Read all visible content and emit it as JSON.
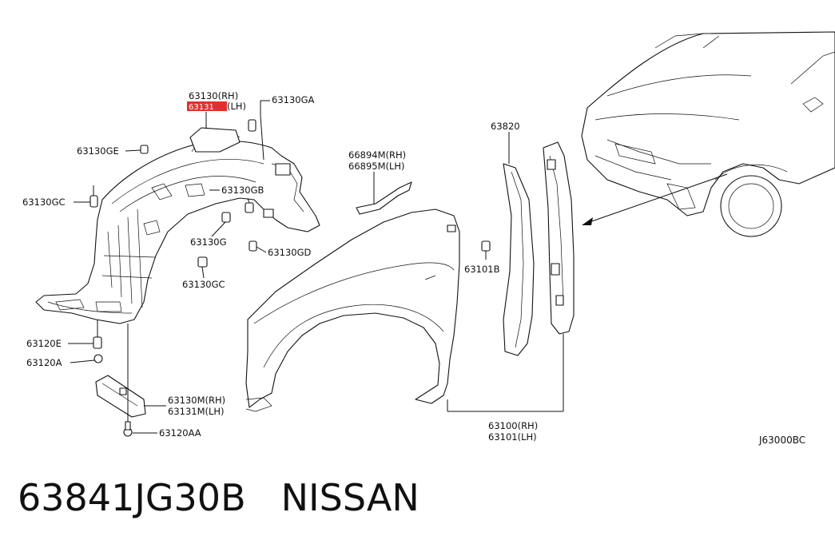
{
  "diagram": {
    "labels": {
      "rh_liner": "63130(RH)",
      "lh_liner": "(LH)",
      "lh_liner_highlight": "63131",
      "clip_ga": "63130GA",
      "clip_ge": "63130GE",
      "clip_gc_left": "63130GC",
      "clip_gb": "63130GB",
      "clip_g": "63130G",
      "clip_gd": "63130GD",
      "clip_gc_lower": "63130GC",
      "screw_e": "63120E",
      "screw_a": "63120A",
      "seal_rh": "63130M(RH)",
      "seal_lh": "63131M(LH)",
      "screw_aa": "63120AA",
      "bracket_rh": "66894M(RH)",
      "bracket_lh": "66895M(LH)",
      "bolt_b": "63101B",
      "seal_strip": "63820",
      "fender_rh": "63100(RH)",
      "fender_lh": "63101(LH)",
      "diagram_code": "J63000BC"
    }
  },
  "caption": {
    "part_number": "63841JG30B",
    "brand": "NISSAN"
  }
}
